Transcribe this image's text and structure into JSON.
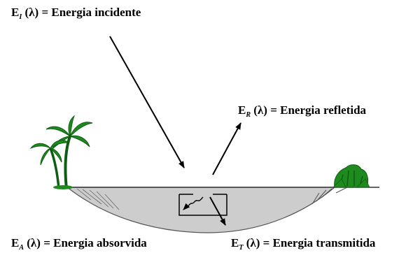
{
  "labels": {
    "incident": {
      "symbol": "E",
      "subscript": "I",
      "lambda": "(λ)",
      "eq": "=",
      "text": "Energia incidente"
    },
    "reflected": {
      "symbol": "E",
      "subscript": "R",
      "lambda": "(λ)",
      "eq": "=",
      "text": "Energia refletida"
    },
    "absorbed": {
      "symbol": "E",
      "subscript": "A",
      "lambda": "(λ)",
      "eq": "=",
      "text": "Energia absorvida"
    },
    "transmitted": {
      "symbol": "E",
      "subscript": "T",
      "lambda": "(λ)",
      "eq": "=",
      "text": "Energia transmitida"
    }
  },
  "icons": [
    "palm-tree-icon",
    "shrub-icon",
    "wavy-absorption-arrow-icon"
  ],
  "colors": {
    "water": "#cdcdcd",
    "ink": "#000000",
    "vegetation": "#1f8a1f",
    "vegetation_dark": "#0d5e12"
  }
}
